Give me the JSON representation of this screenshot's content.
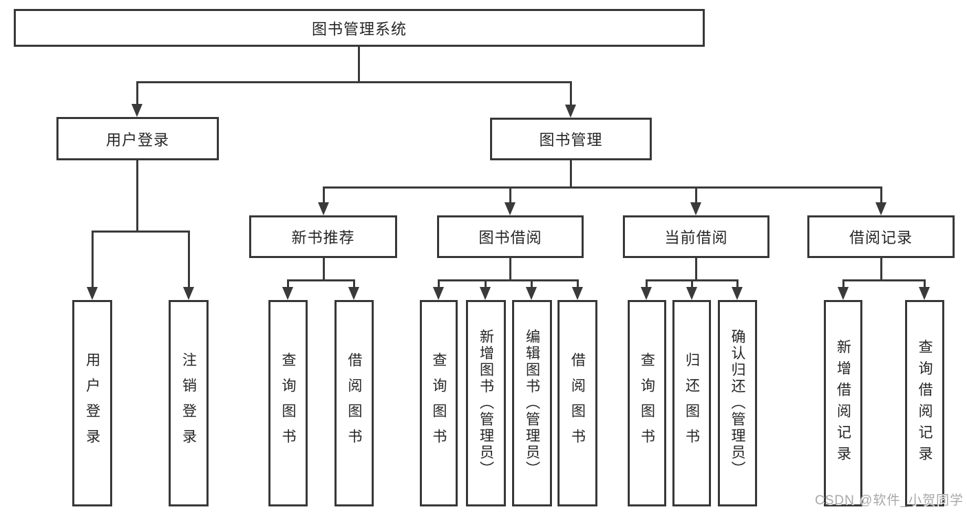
{
  "page": {
    "background": "#ffffff",
    "line_color": "#3a3a3a",
    "box_border_color": "#383838",
    "text_color": "#262626",
    "watermark_color": "#a8a8a8"
  },
  "tree": {
    "root": {
      "label": "图书管理系统"
    },
    "children": [
      {
        "label": "用户登录",
        "children": [
          {
            "label": "用户登录"
          },
          {
            "label": "注销登录"
          }
        ]
      },
      {
        "label": "图书管理",
        "children": [
          {
            "label": "新书推荐",
            "children": [
              {
                "label": "查询图书"
              },
              {
                "label": "借阅图书"
              }
            ]
          },
          {
            "label": "图书借阅",
            "children": [
              {
                "label": "查询图书"
              },
              {
                "label": "新增图书（管理员）"
              },
              {
                "label": "编辑图书（管理员）"
              },
              {
                "label": "借阅图书"
              }
            ]
          },
          {
            "label": "当前借阅",
            "children": [
              {
                "label": "查询图书"
              },
              {
                "label": "归还图书"
              },
              {
                "label": "确认归还（管理员）"
              }
            ]
          },
          {
            "label": "借阅记录",
            "children": [
              {
                "label": "新增借阅记录"
              },
              {
                "label": "查询借阅记录"
              }
            ]
          }
        ]
      }
    ]
  },
  "watermark": {
    "text": "CSDN @软件_小贺同学"
  }
}
